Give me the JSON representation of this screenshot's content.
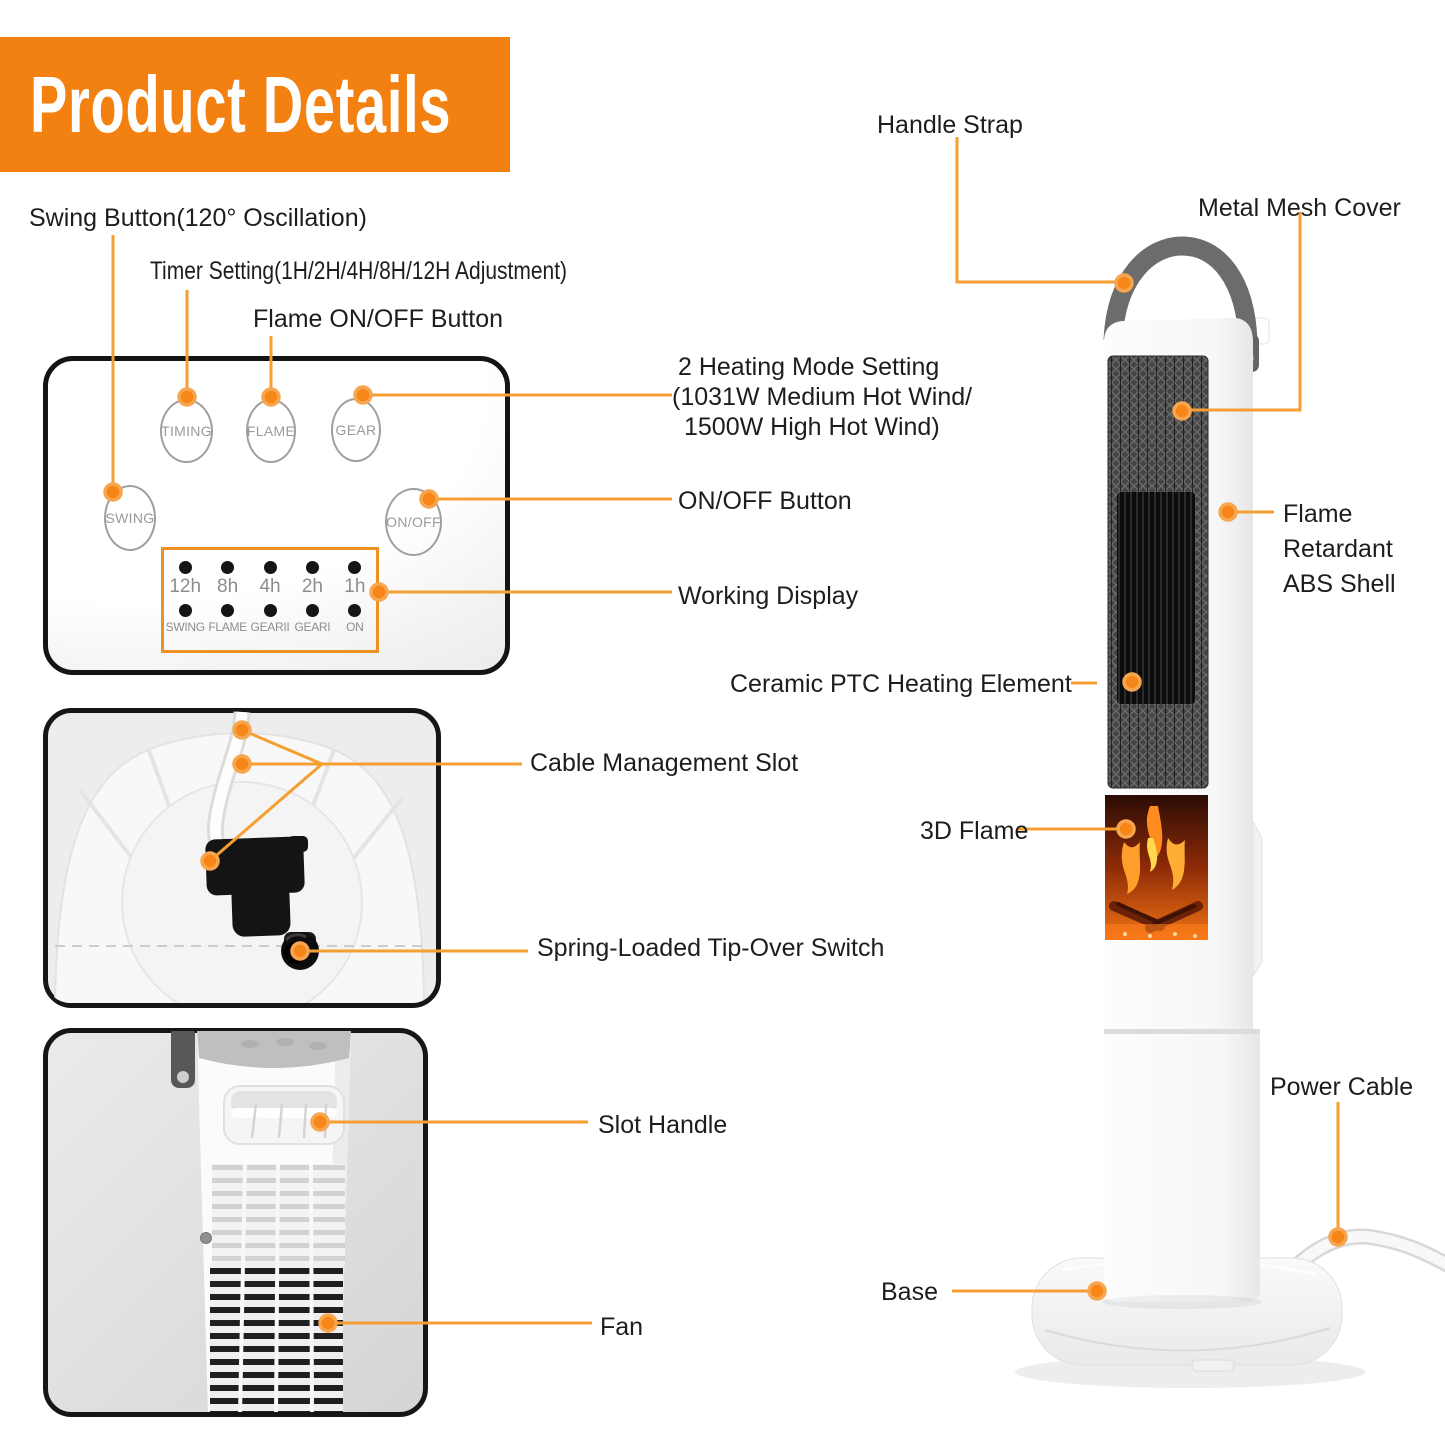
{
  "title": "Product Details",
  "panel": {
    "buttons": [
      {
        "label": "TIMING"
      },
      {
        "label": "FLAME"
      },
      {
        "label": "GEAR"
      },
      {
        "label": "SWING"
      },
      {
        "label": "ON/OFF"
      }
    ],
    "display": {
      "timers": [
        "12h",
        "8h",
        "4h",
        "2h",
        "1h"
      ],
      "modes": [
        "SWING",
        "FLAME",
        "GEAR II",
        "GEAR I",
        "ON"
      ]
    }
  },
  "callouts": {
    "swing": "Swing Button(120° Oscillation)",
    "timer": "Timer Setting(1H/2H/4H/8H/12H Adjustment)",
    "flame_btn": "Flame ON/OFF Button",
    "heating_1": "2 Heating Mode Setting",
    "heating_2": "(1031W Medium Hot Wind/",
    "heating_3": "1500W High Hot Wind)",
    "onoff": "ON/OFF Button",
    "display": "Working Display",
    "handle": "Handle Strap",
    "mesh": "Metal Mesh Cover",
    "abs_1": "Flame",
    "abs_2": "Retardant",
    "abs_3": "ABS Shell",
    "ceramic": "Ceramic PTC Heating Element",
    "flame3d": "3D Flame",
    "cable_slot": "Cable Management Slot",
    "tip_over": "Spring-Loaded Tip-Over Switch",
    "slot_handle": "Slot Handle",
    "fan": "Fan",
    "power": "Power Cable",
    "base": "Base"
  },
  "colors": {
    "banner": "#F28111",
    "callout_line": "#F59E32",
    "callout_dot": "#F58617",
    "display_border": "#ED9222"
  }
}
